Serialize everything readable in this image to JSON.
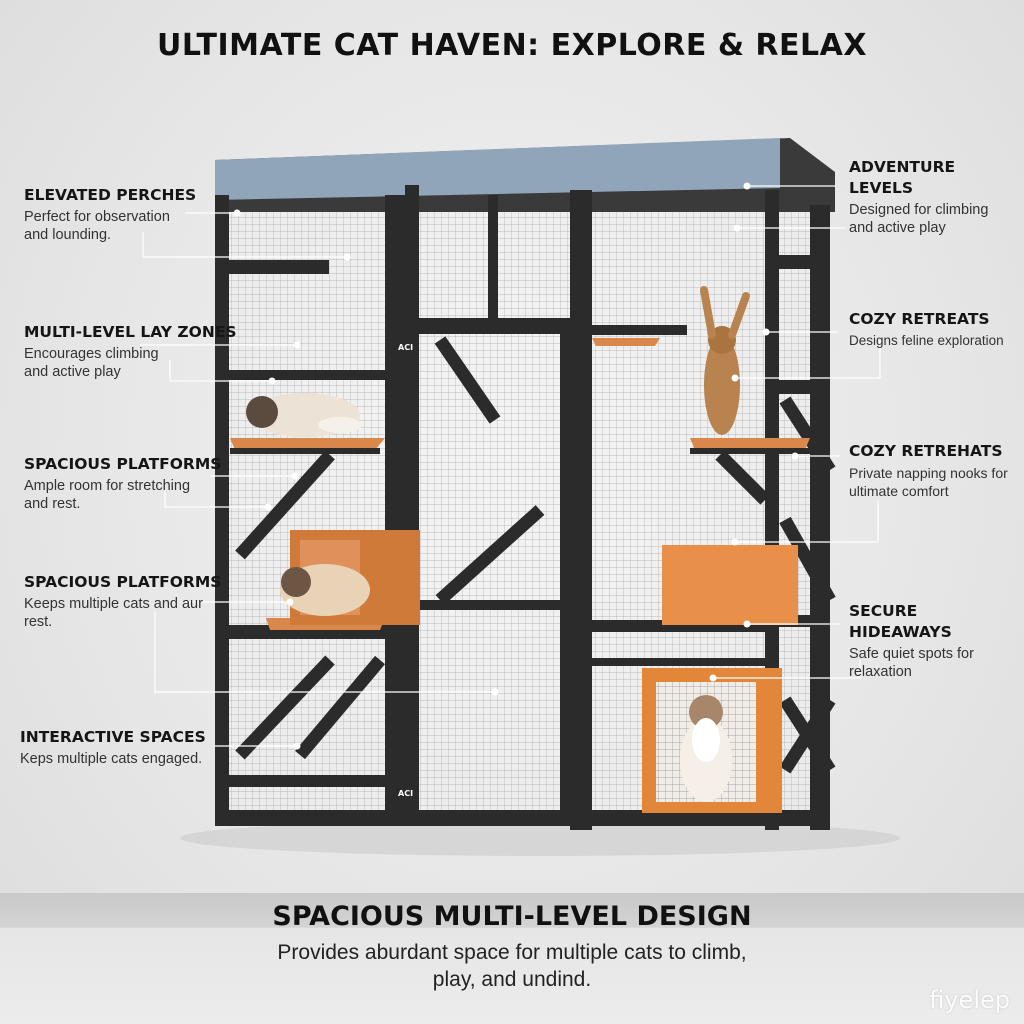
{
  "title": "ULTIMATE CAT HAVEN: EXPLORE & RELAX",
  "callouts_left": [
    {
      "heading": "ELEVATED PERCHES",
      "desc": "Perfect for observation and lounding."
    },
    {
      "heading": "MULTI-LEVEL LAY ZONES",
      "desc": "Encourages climbing and active play"
    },
    {
      "heading": "SPACIOUS PLATFORMS",
      "desc": "Ample room for stretching and rest."
    },
    {
      "heading": "SPACIOUS PLATFORMS",
      "desc": "Keeps multiple cats and aur rest."
    },
    {
      "heading": "INTERACTIVE SPACES",
      "desc": "Keps multiple cats engaged."
    }
  ],
  "callouts_right": [
    {
      "heading": "ADVENTURE LEVELS",
      "desc": "Designed for climbing and active play"
    },
    {
      "heading": "COZY RETREATS",
      "desc": "Designs feline exploration"
    },
    {
      "heading": "COZY RETREHATS",
      "desc": "Private napping nooks for ultimate comfort"
    },
    {
      "heading": "SECURE HIDEAWAYS",
      "desc": "Safe quiet spots for relaxation"
    }
  ],
  "door_tag": "ACI",
  "banner": {
    "heading": "SPACIOUS MULTI-LEVEL DESIGN",
    "desc": "Provides aburdant space for multiple cats to climb, play, and undind."
  },
  "watermark": "fiyelep",
  "colors": {
    "frame": "#2b2b2b",
    "roof": "#8ea3b8",
    "platform": "#d8843f",
    "hideaway": "#e58a3c",
    "mesh": "#9a9a9a"
  }
}
